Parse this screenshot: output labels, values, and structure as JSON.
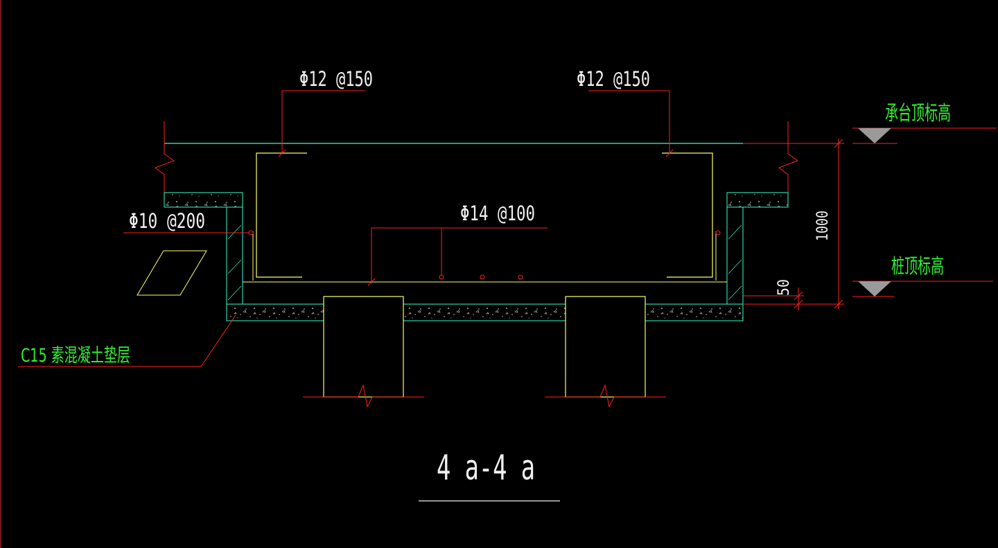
{
  "colors": {
    "background": "#000000",
    "leader": "#ff2020",
    "rebar": "#ffff66",
    "concrete_outline": "#33ffcc",
    "label_white": "#f0f0f0",
    "label_green": "#33ee33",
    "elevation_marker": "#9a9a9a"
  },
  "labels": {
    "top_rebar_left": "Φ12 @150",
    "top_rebar_right": "Φ12 @150",
    "bottom_rebar": "Φ14 @100",
    "side_rebar": "Φ10 @200",
    "cap_top_elevation": "承台顶标高",
    "pile_top_elevation": "桩顶标高",
    "cushion_layer": "C15 素混凝土垫层",
    "dim_total": "1000",
    "dim_embed": "50",
    "section_title": "4 a-4 a"
  }
}
